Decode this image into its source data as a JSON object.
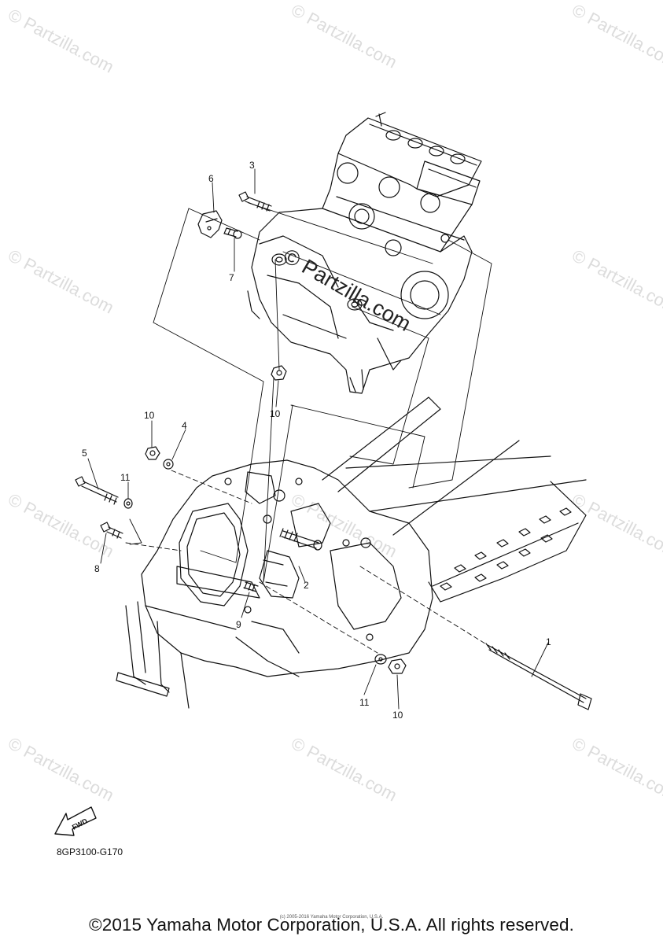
{
  "watermark": {
    "text": "© Partzilla.com"
  },
  "center_watermark": "© Partzilla.com",
  "callouts": {
    "c1": "1",
    "c2": "2",
    "c3": "3",
    "c4": "4",
    "c5": "5",
    "c6": "6",
    "c7": "7",
    "c8": "8",
    "c9": "9",
    "c10a": "10",
    "c10b": "10",
    "c10c": "10",
    "c11a": "11",
    "c11b": "11"
  },
  "fwd_label": "FWD",
  "diagram_code": "8GP3100-G170",
  "tiny_copyright": "(c) 2005-2016 Yamaha Motor Corporation, U.S.A.",
  "copyright": "©2015 Yamaha Motor Corporation, U.S.A. All rights reserved."
}
